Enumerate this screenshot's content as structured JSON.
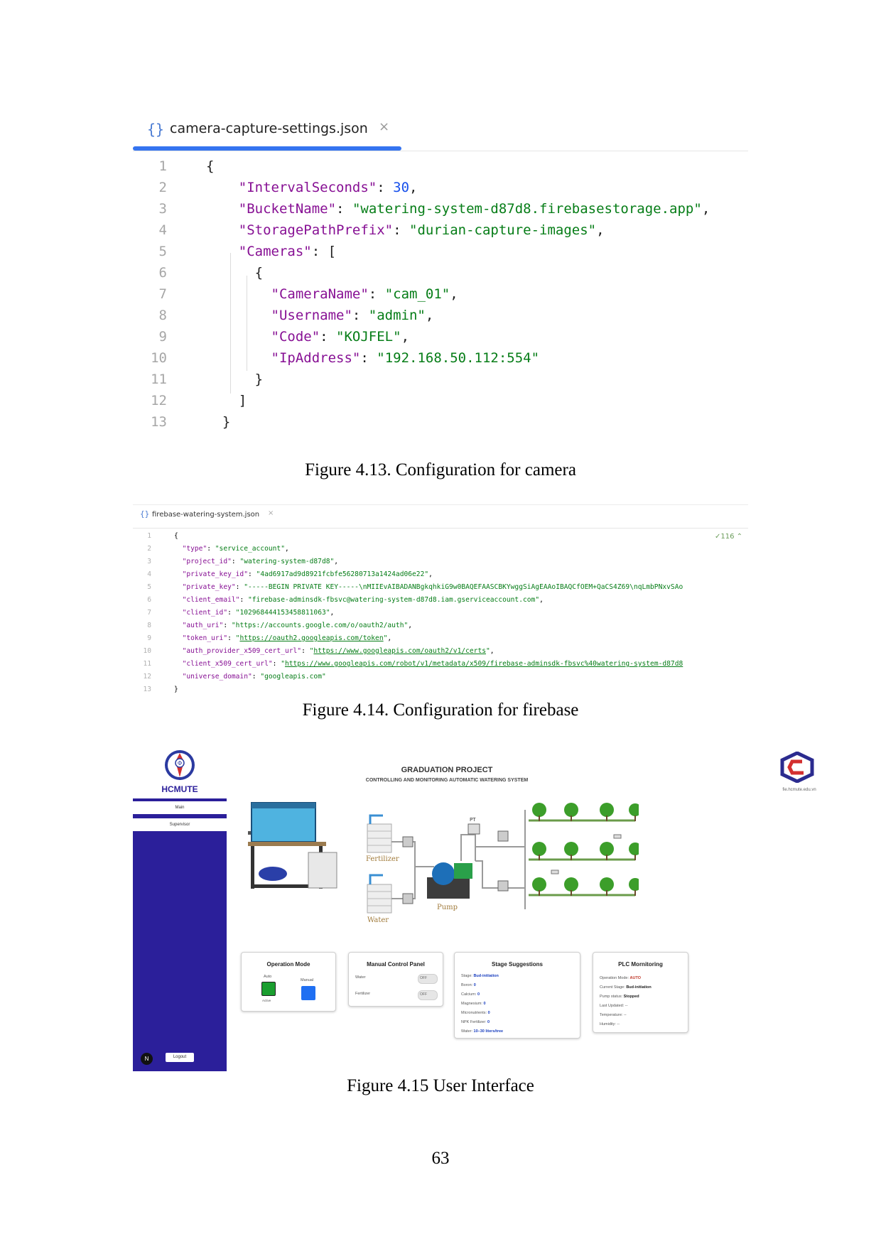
{
  "figure1": {
    "tab_icon": "{}",
    "filename": "camera-capture-settings.json",
    "close": "×",
    "caption": "Figure 4.13. Configuration for camera"
  },
  "figure2": {
    "tab_icon": "{}",
    "filename": "firebase-watering-system.json",
    "close": "×",
    "check_count": "✓116 ⌃",
    "caption": "Figure 4.14. Configuration for firebase"
  },
  "figure3": {
    "brand": "HCMUTE",
    "nav_main": "Main",
    "nav_supervisor": "Supervisor",
    "n_badge": "N",
    "logout": "Logout",
    "title": "GRADUATION PROJECT",
    "subtitle": "CONTROLLING AND MONITORING AUTOMATIC WATERING SYSTEM",
    "fac_url": "fie.hcmute.edu.vn",
    "labels": {
      "fertilizer": "Fertilizer",
      "water": "Water",
      "pump": "Pump",
      "pt": "PT"
    },
    "operation_mode": {
      "title": "Operation Mode",
      "auto": "Auto",
      "manual": "Manual",
      "active": "Active",
      "auto_color": "#1a9e2f",
      "manual_color": "#1f6ff2"
    },
    "manual_panel": {
      "title": "Manual Control Panel",
      "water": "Water",
      "fertilizer": "Fertilizer",
      "off": "OFF"
    },
    "stage": {
      "title": "Stage Suggestions",
      "rows": [
        {
          "k": "Stage:",
          "v": "Bud-initiation"
        },
        {
          "k": "Boron:",
          "v": "0"
        },
        {
          "k": "Calcium:",
          "v": "0"
        },
        {
          "k": "Magnesium:",
          "v": "0"
        },
        {
          "k": "Micronutrients:",
          "v": "0"
        },
        {
          "k": "NPK Fertilizer:",
          "v": "0"
        },
        {
          "k": "Water:",
          "v": "10–30 liters/tree"
        }
      ]
    },
    "plc": {
      "title": "PLC Mornitoring",
      "rows": [
        {
          "k": "Operation Mode:",
          "v": "AUTO"
        },
        {
          "k": "Current Stage:",
          "v": "Bud-initiation"
        },
        {
          "k": "Pump status:",
          "v": "Stopped"
        },
        {
          "k": "Last Updated:",
          "v": "--"
        },
        {
          "k": "Temperature:",
          "v": "--"
        },
        {
          "k": "Humidity:",
          "v": "--"
        }
      ]
    },
    "caption": "Figure 4.15 User Interface"
  },
  "page_number": "63"
}
